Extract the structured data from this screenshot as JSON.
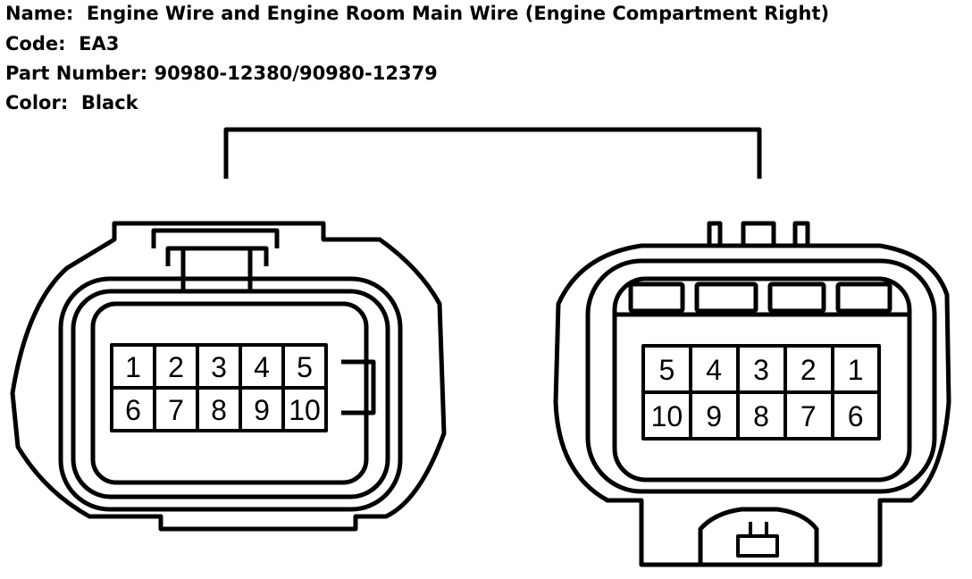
{
  "info": {
    "name_label": "Name:",
    "name_value": "Engine Wire and Engine Room Main Wire (Engine Compartment Right)",
    "code_label": "Code:",
    "code_value": "EA3",
    "part_label": "Part Number:",
    "part_value": "90980-12380/90980-12379",
    "color_label": "Color:",
    "color_value": "Black"
  },
  "connectors": {
    "left": {
      "row1": [
        "1",
        "2",
        "3",
        "4",
        "5"
      ],
      "row2": [
        "6",
        "7",
        "8",
        "9",
        "10"
      ]
    },
    "right": {
      "row1": [
        "5",
        "4",
        "3",
        "2",
        "1"
      ],
      "row2": [
        "10",
        "9",
        "8",
        "7",
        "6"
      ]
    }
  },
  "colors": {
    "line": "#000000",
    "background": "#ffffff"
  }
}
